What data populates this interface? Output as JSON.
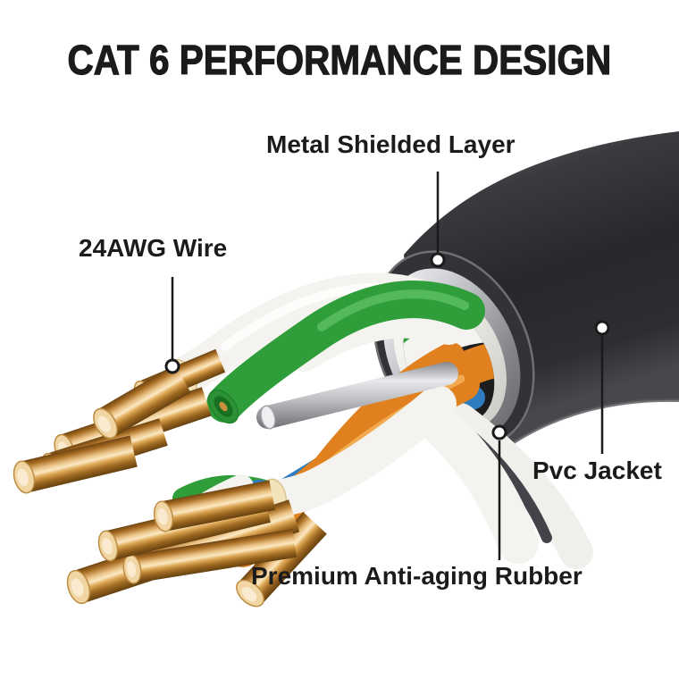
{
  "title": "CAT 6 PERFORMANCE DESIGN",
  "callouts": {
    "shield": {
      "label": "Metal Shielded Layer"
    },
    "wire": {
      "label": "24AWG Wire"
    },
    "jacket": {
      "label": "Pvc Jacket"
    },
    "rubber": {
      "label": "Premium Anti-aging Rubber"
    }
  },
  "palette": {
    "background": "#ffffff",
    "text": "#1b1b1b",
    "leader_line": "#1a1a1a",
    "jacket_dark": "#2b2c30",
    "jacket_edge_light": "#8f9094",
    "shield_silver": "#c3c5c9",
    "inner_wrap": "#efeee9",
    "interior_shadow": "#1d1d1f",
    "wire_green": "#2f9e3a",
    "wire_green_dark": "#186f22",
    "wire_orange": "#e0801e",
    "wire_blue": "#2f7dc0",
    "wire_white": "#f4f3ef",
    "drain_gray": "#c0c1c5",
    "copper_mid": "#c98f3a",
    "copper_face": "#f1d6a4",
    "insulation_cream": "#f3e3bb"
  }
}
